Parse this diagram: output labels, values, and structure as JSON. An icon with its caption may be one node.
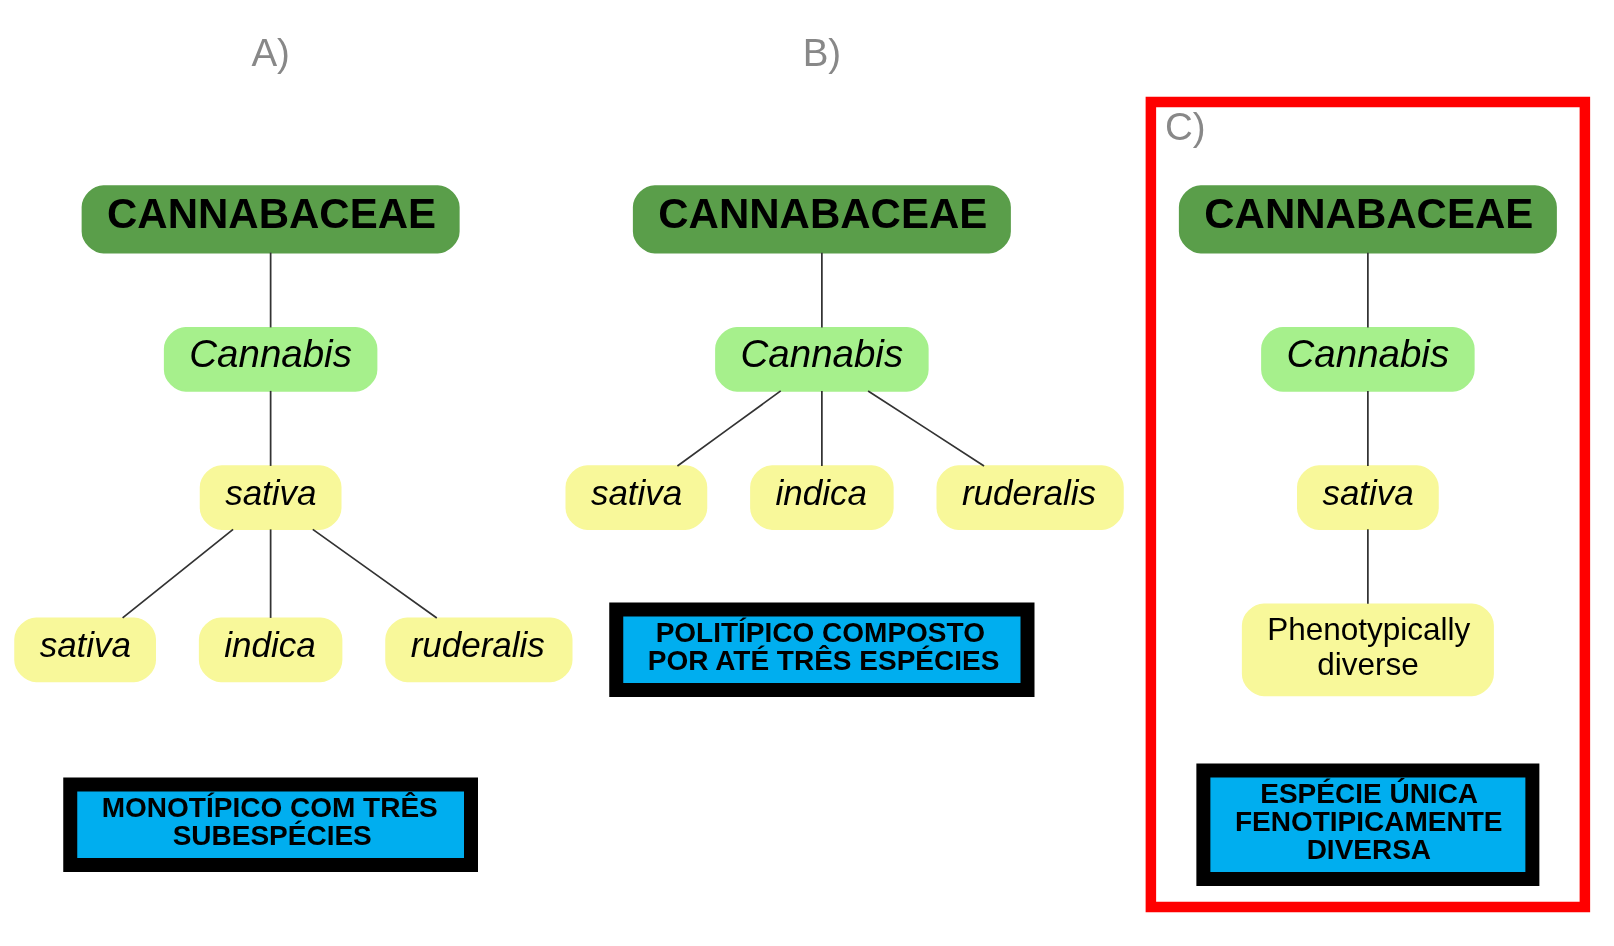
{
  "diagram": {
    "nodes": [
      {
        "text": [
          "CANNABACEAE"
        ]
      },
      {
        "text": [
          "Cannabis"
        ]
      },
      {
        "text": [
          "sativa"
        ]
      },
      {
        "text": [
          "sativa"
        ]
      },
      {
        "text": [
          "indica"
        ]
      },
      {
        "text": [
          "ruderalis"
        ]
      },
      {
        "text": [
          "MONOTÍPICO COM TRÊS SUBESPÉCIES"
        ]
      },
      {
        "text": [
          "CANNABACEAE"
        ]
      },
      {
        "text": [
          "Cannabis"
        ]
      },
      {
        "text": [
          "sativa"
        ]
      },
      {
        "text": [
          "indica"
        ]
      },
      {
        "text": [
          "ruderalis"
        ]
      },
      {
        "text": [
          "POLITÍPICO COMPOSTO POR ATÉ TRÊS ESPÉCIES"
        ]
      },
      {
        "text": [
          "C)"
        ]
      },
      {
        "text": [
          "CANNABACEAE"
        ],
        "in": 13
      },
      {
        "text": [
          "Cannabis"
        ],
        "in": 13
      },
      {
        "text": [
          "sativa"
        ],
        "in": 13
      },
      {
        "text": [
          "Phenotypically diverse"
        ],
        "in": 13
      },
      {
        "text": [
          "ESPÉCIE ÚNICA FENOTIPICAMENTE DIVERSA"
        ],
        "in": 13
      }
    ],
    "edges": [
      {
        "from": 0,
        "to": 1,
        "arrow": "none"
      },
      {
        "from": 1,
        "to": 2,
        "arrow": "none"
      },
      {
        "from": 2,
        "to": 3,
        "arrow": "none"
      },
      {
        "from": 2,
        "to": 4,
        "arrow": "none"
      },
      {
        "from": 2,
        "to": 5,
        "arrow": "none"
      },
      {
        "from": 7,
        "to": 8,
        "arrow": "none"
      },
      {
        "from": 8,
        "to": 9,
        "arrow": "none"
      },
      {
        "from": 8,
        "to": 10,
        "arrow": "none"
      },
      {
        "from": 8,
        "to": 11,
        "arrow": "none"
      },
      {
        "from": 14,
        "to": 15,
        "arrow": "none"
      },
      {
        "from": 15,
        "to": 16,
        "arrow": "none"
      },
      {
        "from": 16,
        "to": 17,
        "arrow": "none"
      }
    ],
    "labels": [
      "A)",
      "B)"
    ]
  }
}
